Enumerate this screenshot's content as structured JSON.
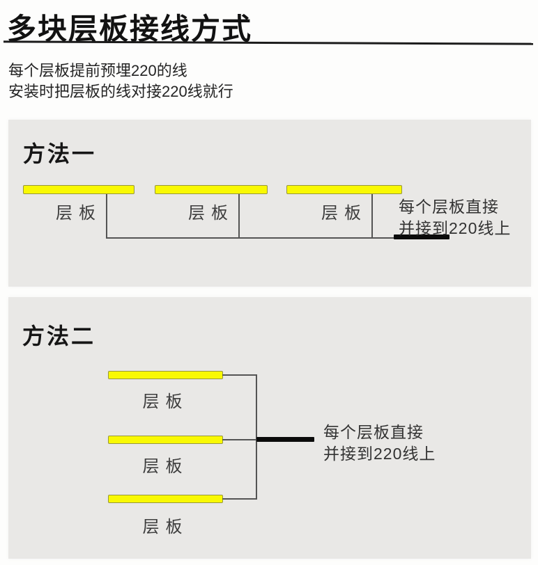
{
  "header": {
    "title": "多块层板接线方式",
    "subtitle1": "每个层板提前预埋220的线",
    "subtitle2": "安装时把层板的线对接220线就行"
  },
  "method1": {
    "heading": "方法一",
    "shelves": [
      {
        "label": "层板"
      },
      {
        "label": "层板"
      },
      {
        "label": "层板"
      }
    ],
    "note_line1": "每个层板直接",
    "note_line2": "并接到220线上"
  },
  "method2": {
    "heading": "方法二",
    "shelves": [
      {
        "label": "层板"
      },
      {
        "label": "层板"
      },
      {
        "label": "层板"
      }
    ],
    "note_line1": "每个层板直接",
    "note_line2": "并接到220线上"
  },
  "colors": {
    "panel_bg": "#e9e8e6",
    "shelf_fill": "#f9f903",
    "shelf_border": "#96963e",
    "wire_thin": "#545454",
    "wire_220": "#0b0b0b",
    "title_text": "#121212",
    "body_text": "#323232"
  }
}
